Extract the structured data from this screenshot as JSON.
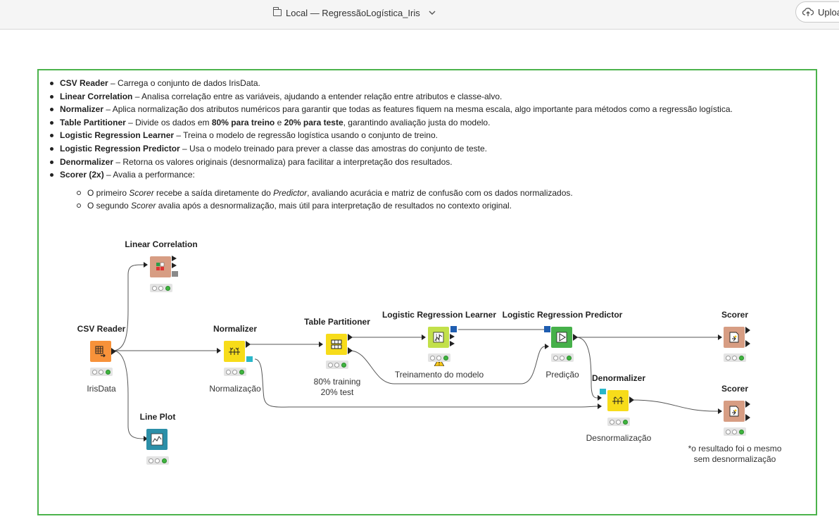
{
  "header": {
    "title": "Local — RegressãoLogística_Iris",
    "upload_label": "Upload"
  },
  "notes": {
    "items": [
      {
        "name": "CSV Reader",
        "text": " – Carrega o conjunto de dados IrisData."
      },
      {
        "name": "Linear Correlation",
        "text": " – Analisa correlação entre as variáveis, ajudando a entender relação entre atributos e classe-alvo."
      },
      {
        "name": "Normalizer",
        "text": " – Aplica normalização dos atributos numéricos para garantir que todas as features fiquem na mesma escala, algo importante para métodos como a regressão logística."
      },
      {
        "name": "Table Partitioner",
        "text_a": " – Divide os dados em ",
        "bold_a": "80% para treino",
        "text_b": " e ",
        "bold_b": "20% para teste",
        "text_c": ", garantindo avaliação justa do modelo."
      },
      {
        "name": "Logistic Regression Learner",
        "text": " – Treina o modelo de regressão logística usando o conjunto de treino."
      },
      {
        "name": "Logistic Regression Predictor",
        "text": " – Usa o modelo treinado para prever a classe das amostras do conjunto de teste."
      },
      {
        "name": "Denormalizer",
        "text": " – Retorna os valores originais (desnormaliza) para facilitar a interpretação dos resultados."
      },
      {
        "name": "Scorer (2x)",
        "text": " – Avalia a performance:"
      }
    ],
    "sub_items": [
      {
        "a": "O primeiro ",
        "i1": "Scorer",
        "b": " recebe a saída diretamente do ",
        "i2": "Predictor",
        "c": ", avaliando acurácia e matriz de confusão com os dados normalizados."
      },
      {
        "a": "O segundo ",
        "i1": "Scorer",
        "b": " avalia após a desnormalização, mais útil para interpretação de resultados no contexto original."
      }
    ]
  },
  "nodes": {
    "csv_reader": {
      "title": "CSV Reader",
      "label": "IrisData",
      "color": "#f7923a",
      "icon": "table-reader-icon"
    },
    "linear_correlation": {
      "title": "Linear Correlation",
      "label": "",
      "color": "#d79d83",
      "icon": "correlation-matrix-icon"
    },
    "line_plot": {
      "title": "Line Plot",
      "label": "",
      "color": "#2c8fa8",
      "icon": "line-chart-icon"
    },
    "normalizer": {
      "title": "Normalizer",
      "label": "Normalização",
      "color": "#f7dc1a",
      "icon": "normalize-icon"
    },
    "table_partitioner": {
      "title": "Table Partitioner",
      "label_1": "80% training",
      "label_2": "20% test",
      "color": "#f7dc1a",
      "icon": "partition-icon"
    },
    "lr_learner": {
      "title": "Logistic Regression Learner",
      "label": "Treinamento do modelo",
      "color": "#c2e04a",
      "icon": "learner-icon"
    },
    "lr_predictor": {
      "title": "Logistic Regression Predictor",
      "label": "Predição",
      "color": "#46b04a",
      "icon": "predictor-icon"
    },
    "denormalizer": {
      "title": "Denormalizer",
      "label": "Desnormalização",
      "color": "#f7dc1a",
      "icon": "denormalize-icon"
    },
    "scorer_1": {
      "title": "Scorer",
      "label": "",
      "color": "#d79d83",
      "icon": "scorer-icon"
    },
    "scorer_2": {
      "title": "Scorer",
      "label_1": "*o resultado foi o mesmo",
      "label_2": "sem desnormalização",
      "color": "#d79d83",
      "icon": "scorer-icon"
    }
  }
}
